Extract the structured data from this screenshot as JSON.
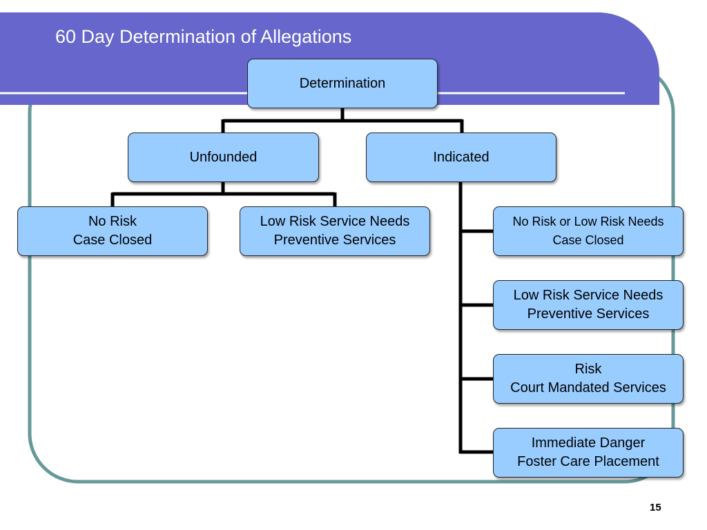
{
  "slide": {
    "title": "60 Day Determination of Allegations",
    "page_number": "15"
  },
  "diagram": {
    "root": {
      "label": "Determination"
    },
    "unfounded": {
      "label": "Unfounded",
      "children": [
        {
          "line1": "No Risk",
          "line2": "Case Closed"
        },
        {
          "line1": "Low Risk Service Needs",
          "line2": "Preventive Services"
        }
      ]
    },
    "indicated": {
      "label": "Indicated",
      "children": [
        {
          "line1": "No Risk or Low Risk Needs",
          "line2": "Case Closed"
        },
        {
          "line1": "Low Risk Service Needs",
          "line2": "Preventive Services"
        },
        {
          "line1": "Risk",
          "line2": "Court Mandated Services"
        },
        {
          "line1": "Immediate Danger",
          "line2": "Foster Care Placement"
        }
      ]
    }
  },
  "colors": {
    "header_band": "#6666cc",
    "frame_border": "#669999",
    "box_fill": "#99ccff",
    "connector": "#000000"
  }
}
